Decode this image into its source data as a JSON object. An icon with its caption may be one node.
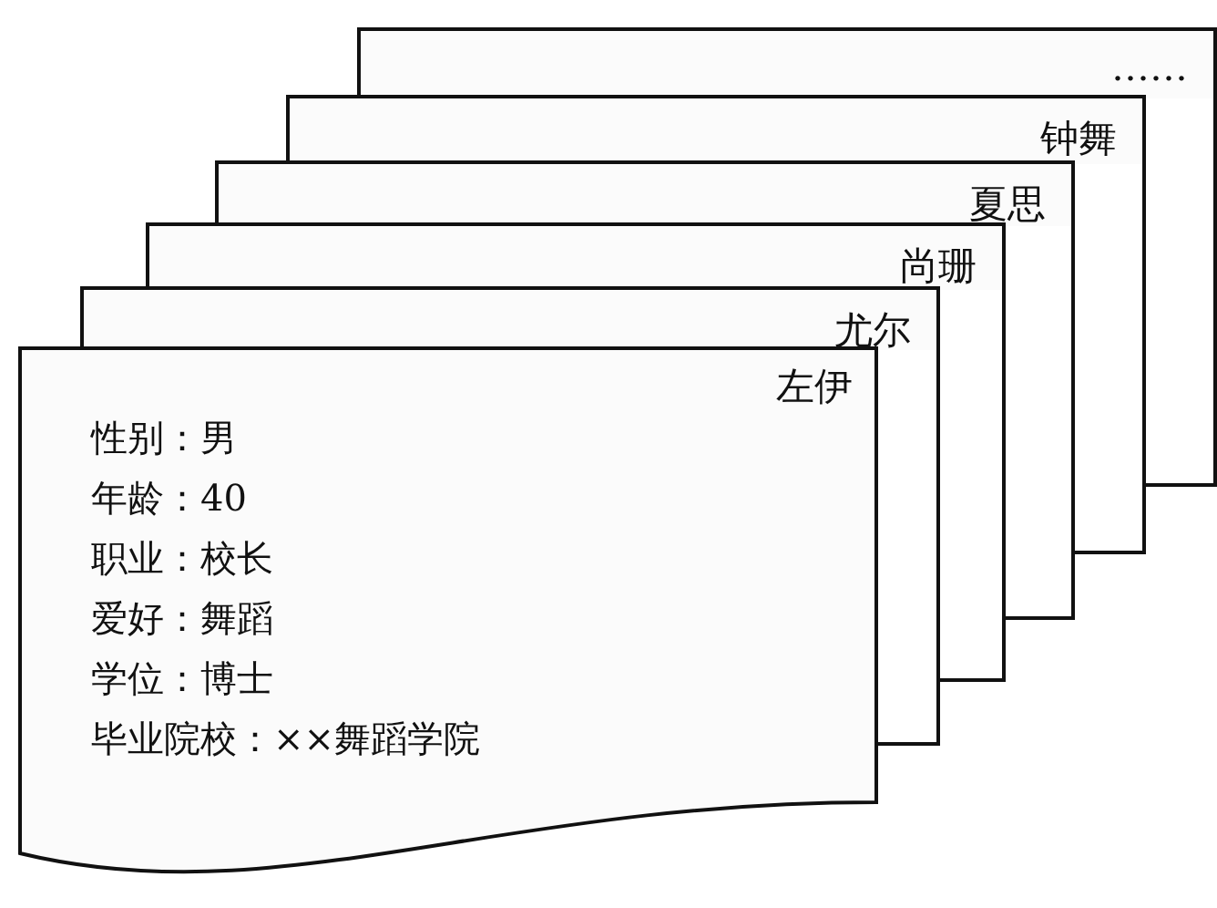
{
  "diagram": {
    "nodes": [
      {
        "text": [
          "……"
        ]
      },
      {
        "text": [
          "钟舞"
        ]
      },
      {
        "text": [
          "夏思"
        ]
      },
      {
        "text": [
          "尚珊"
        ]
      },
      {
        "text": [
          "尤尔"
        ]
      },
      {
        "text": [
          "左伊",
          "性别：男",
          "年龄：40",
          "职业：校长",
          "爱好：舞蹈",
          "学位：博士",
          "毕业院校：××舞蹈学院"
        ]
      }
    ]
  }
}
